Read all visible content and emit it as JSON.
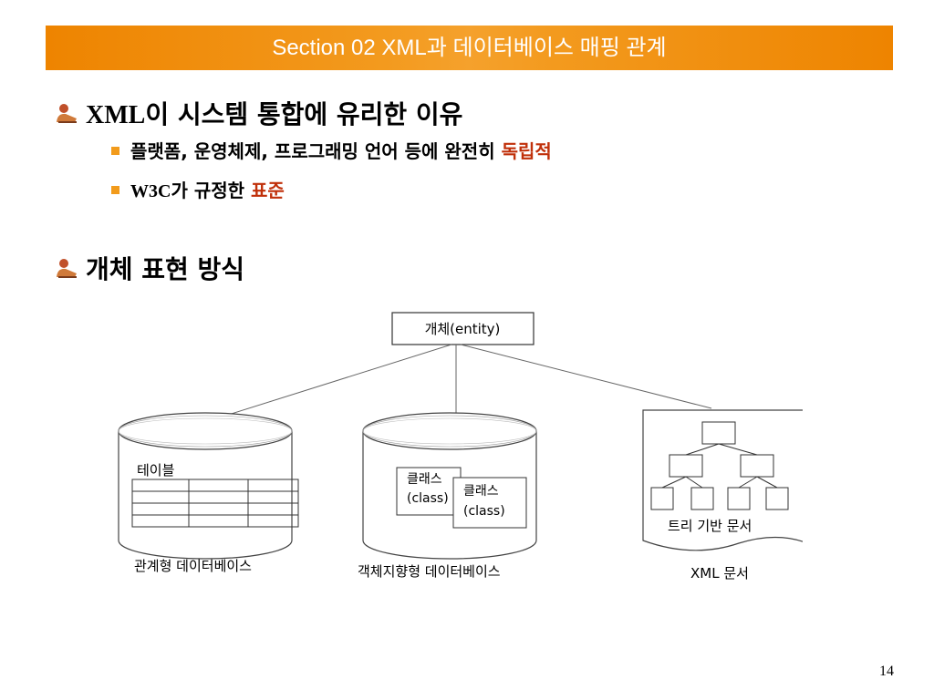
{
  "header": {
    "title": "Section 02 XML과 데이터베이스 매핑 관계"
  },
  "bullets": [
    {
      "en": "XML",
      "text": "이 시스템 통합에 유리한 이유",
      "subs": [
        {
          "plain": "플랫폼, 운영체제, 프로그래밍 언어 등에 완전히 ",
          "highlight": "독립적"
        },
        {
          "en": "W3C",
          "plain": "가 규정한 ",
          "highlight": "표준"
        }
      ]
    },
    {
      "text": "개체 표현 방식"
    }
  ],
  "diagram": {
    "root_label": "개체(entity)",
    "relational": {
      "table_label": "테이블",
      "caption": "관계형 데이터베이스"
    },
    "object": {
      "class_label_1": "클래스",
      "class_sub_1": "(class)",
      "class_label_2": "클래스",
      "class_sub_2": "(class)",
      "caption": "객체지향형 데이터베이스"
    },
    "xml": {
      "tree_label": "트리 기반 문서",
      "caption": "XML 문서"
    }
  },
  "page_number": "14",
  "colors": {
    "header_bar": "#f39a1e",
    "bullet_square": "#f29b1b",
    "highlight": "#c0300a"
  }
}
